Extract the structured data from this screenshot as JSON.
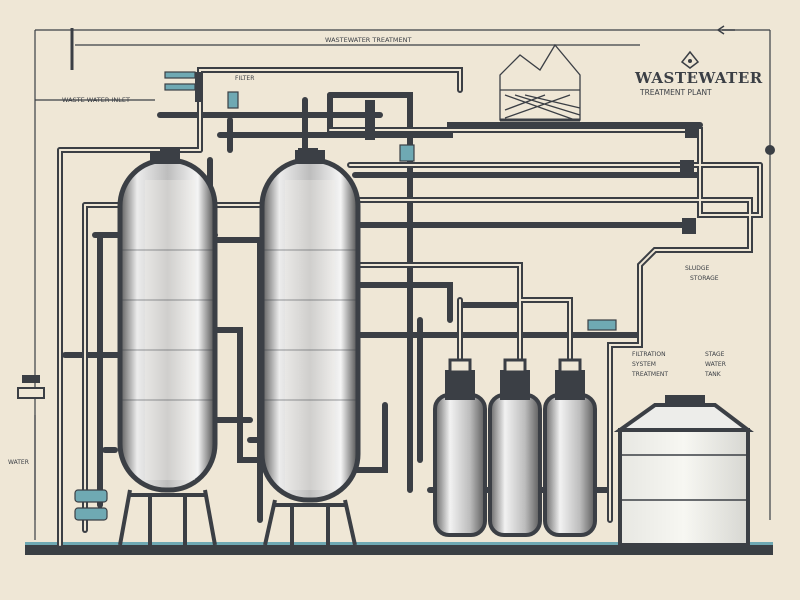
{
  "diagram": {
    "title": "WASTEWATER",
    "subtitle": "TREATMENT PLANT",
    "labels": {
      "top_header": "WASTEWATER TREATMENT",
      "left_header": "WASTE WATER INLET",
      "top_mid": "FILTER",
      "left_mid": "WATER",
      "right_upper_1": "SLUDGE",
      "right_upper_2": "STORAGE",
      "right_mid_a": "FILTRATION",
      "right_mid_b": "SYSTEM",
      "right_mid_c": "TREATMENT",
      "right_mid_d": "STAGE",
      "right_mid_e": "WATER",
      "right_mid_f": "TANK"
    },
    "colors": {
      "background": "#efe7d6",
      "line": "#3b3f45",
      "accent": "#6fa9b3",
      "metal": "#d8d8d6"
    }
  }
}
